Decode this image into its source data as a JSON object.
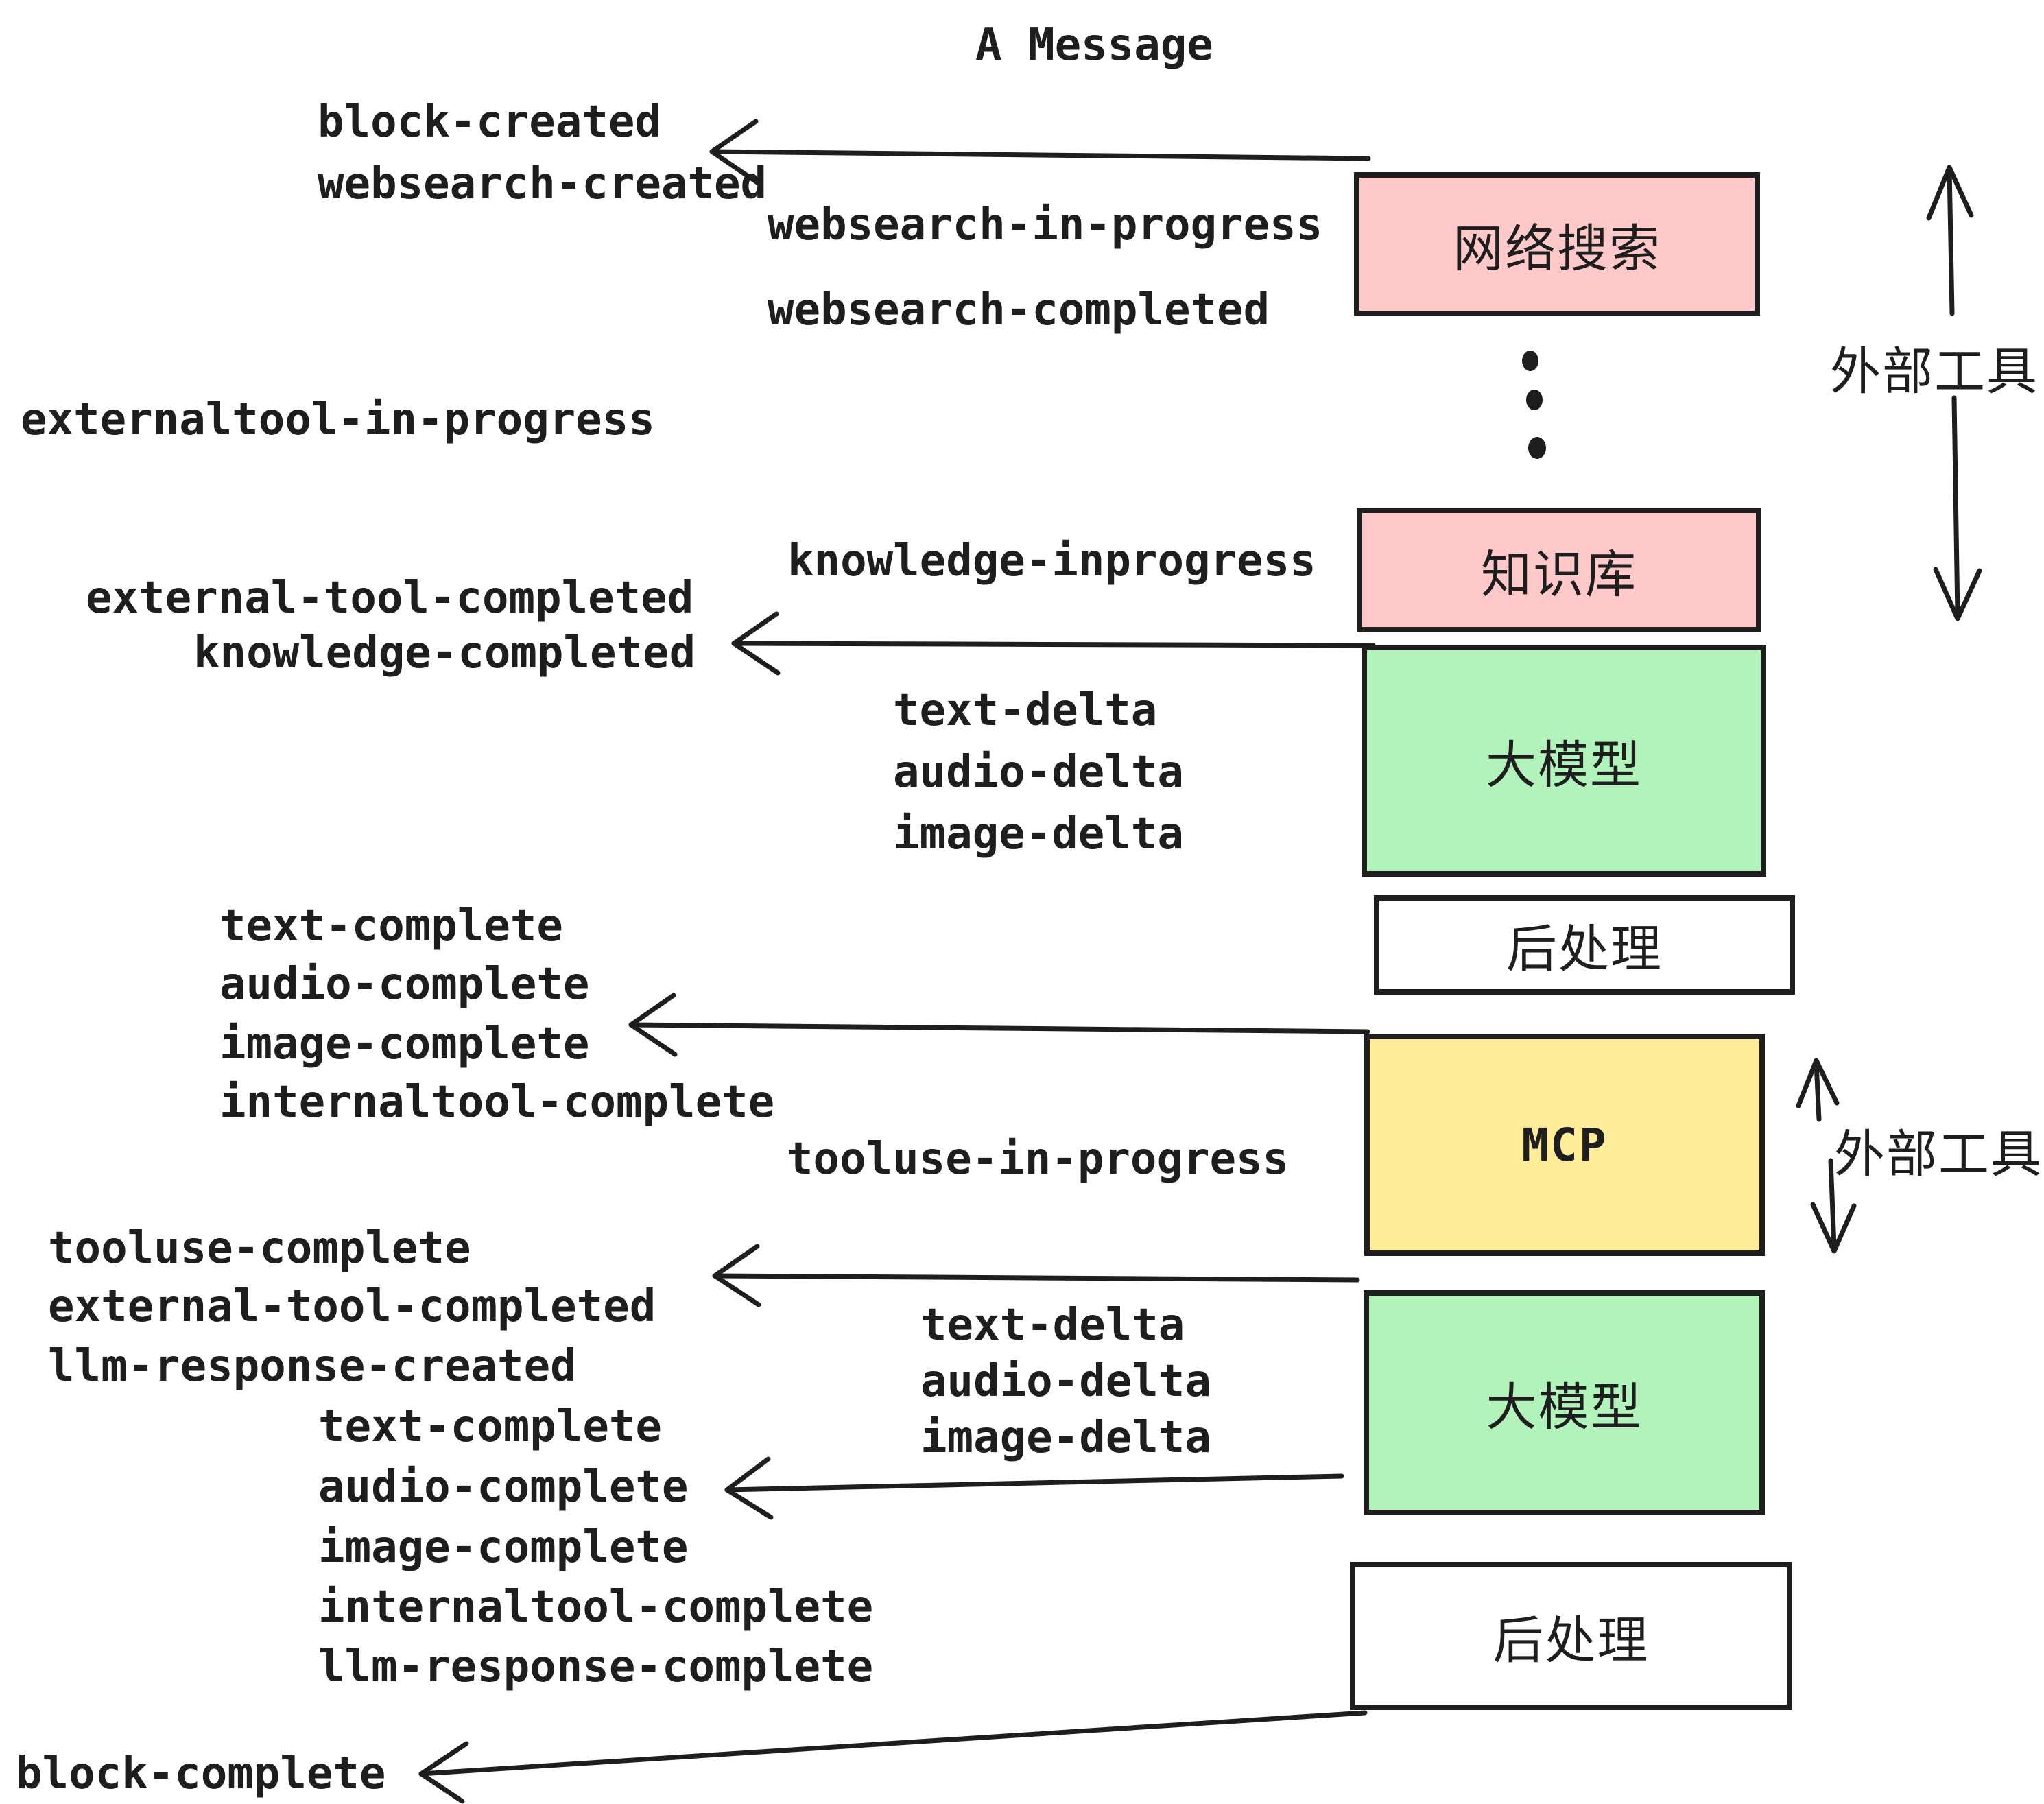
{
  "title": "A Message",
  "colors": {
    "box_pink": "#ffc9c9",
    "box_green": "#b2f2bb",
    "box_yellow": "#ffec99",
    "box_white": "#ffffff",
    "stroke": "#1e1e1e",
    "background": "#ffffff"
  },
  "nodes": {
    "websearch": "网络搜索",
    "knowledge": "知识库",
    "llm": "大模型",
    "post": "后处理",
    "mcp": "MCP"
  },
  "side_labels": {
    "external_tools_top": "外部工具",
    "external_tools_bottom": "外部工具"
  },
  "events": {
    "block_created": "block-created",
    "websearch_created": "websearch-created",
    "websearch_in_progress": "websearch-in-progress",
    "websearch_completed": "websearch-completed",
    "externaltool_in_progress": "externaltool-in-progress",
    "knowledge_inprogress": "knowledge-inprogress",
    "external_tool_completed": "external-tool-completed",
    "knowledge_completed": "knowledge-completed",
    "text_delta": "text-delta",
    "audio_delta": "audio-delta",
    "image_delta": "image-delta",
    "text_complete": "text-complete",
    "audio_complete": "audio-complete",
    "image_complete": "image-complete",
    "internaltool_complete": "internaltool-complete",
    "tooluse_in_progress": "tooluse-in-progress",
    "tooluse_complete": "tooluse-complete",
    "llm_response_created": "llm-response-created",
    "llm_response_complete": "llm-response-complete",
    "block_complete": "block-complete"
  }
}
